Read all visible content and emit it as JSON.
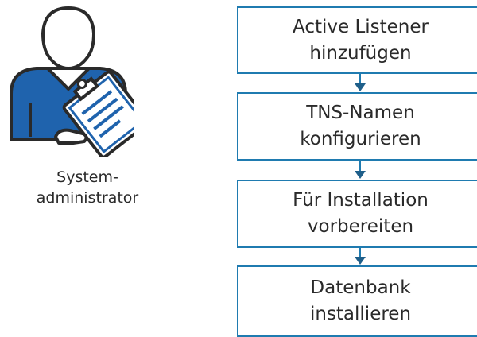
{
  "actor": {
    "icon": "system-administrator-icon",
    "label_line1": "System-",
    "label_line2": "administrator"
  },
  "flow": {
    "steps": [
      {
        "line1": "Active Listener",
        "line2": "hinzufügen"
      },
      {
        "line1": "TNS-Namen",
        "line2": "konfigurieren"
      },
      {
        "line1": "Für Installation",
        "line2": "vorbereiten"
      },
      {
        "line1": "Datenbank",
        "line2": "installieren"
      }
    ]
  },
  "colors": {
    "box_border": "#1f7bb0",
    "arrow": "#1f5f8a",
    "icon_blue": "#1f63ad",
    "icon_outline": "#2a2a2a"
  }
}
